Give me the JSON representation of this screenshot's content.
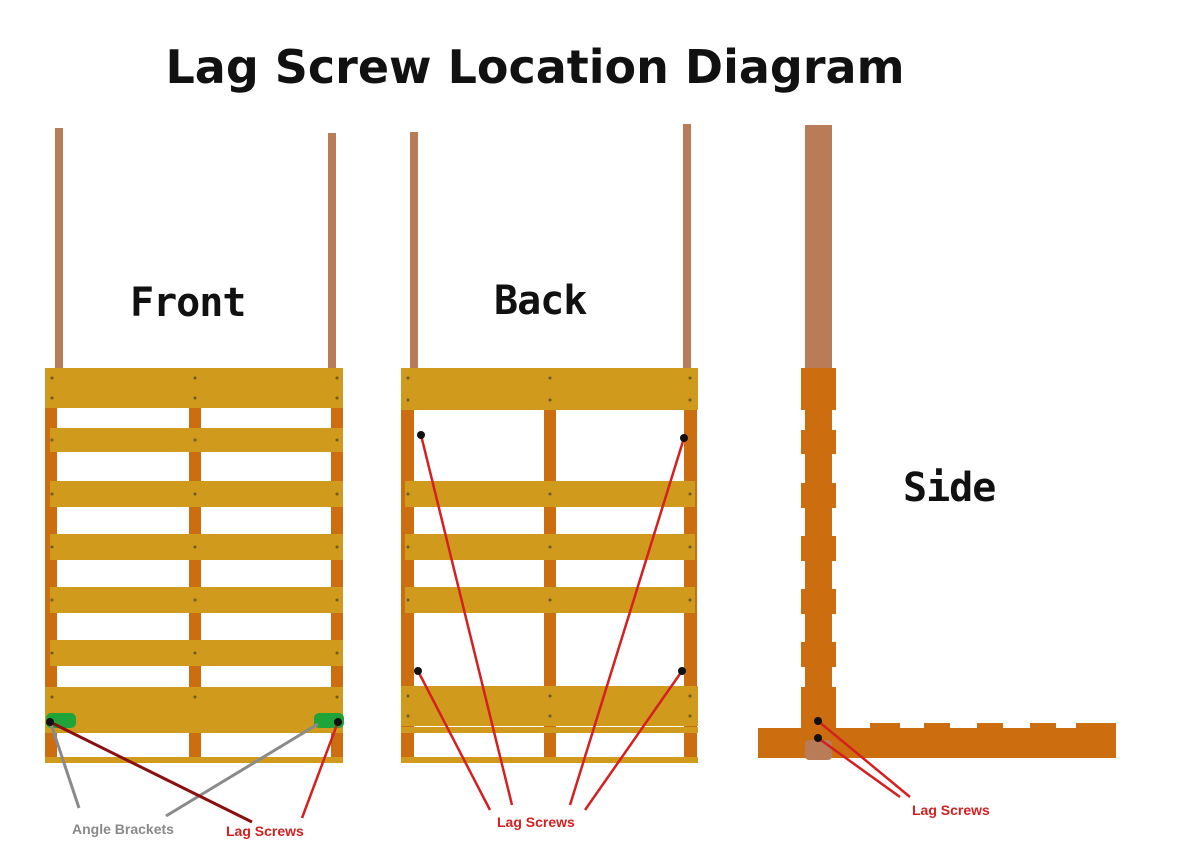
{
  "title": "Lag Screw Location Diagram",
  "views": {
    "front": "Front",
    "back": "Back",
    "side": "Side"
  },
  "annotations": {
    "front_angle_brackets": "Angle Brackets",
    "front_lag_screws": "Lag Screws",
    "back_lag_screws": "Lag Screws",
    "side_lag_screws": "Lag Screws"
  },
  "colors": {
    "slat": "#d09a1c",
    "post": "#b87c58",
    "stringer": "#cc6e10",
    "bracket": "#1fa43a",
    "screw_line": "#d42020",
    "dark_line": "#8b0f10",
    "bracket_line": "#8a8a8a",
    "screw_dot": "#111111"
  }
}
